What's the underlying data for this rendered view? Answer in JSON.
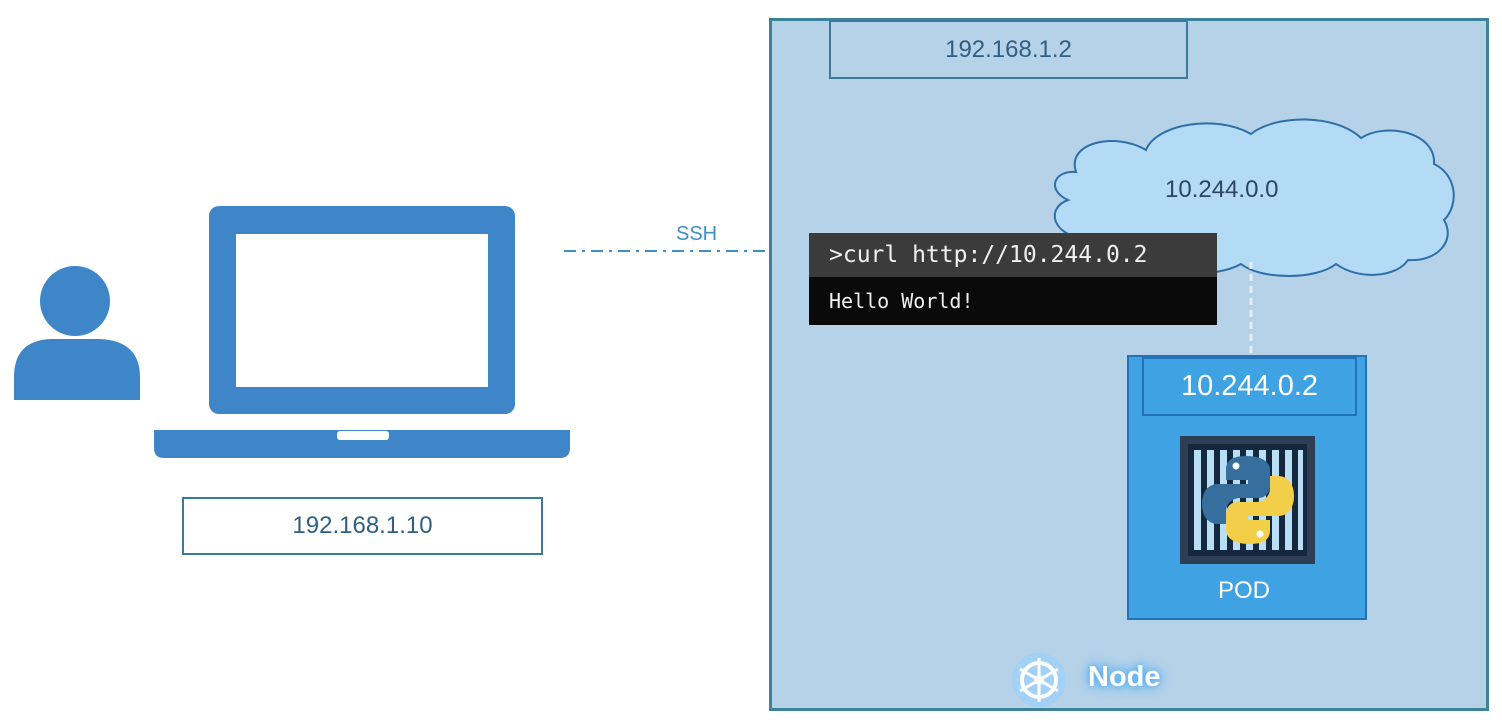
{
  "client": {
    "ip": "192.168.1.10",
    "icons": [
      "user-icon",
      "laptop-icon"
    ],
    "color": "#3f86c8"
  },
  "connection": {
    "label": "SSH",
    "color": "#3f8fc9"
  },
  "node": {
    "label": "Node",
    "ip": "192.168.1.2",
    "icon": "kubernetes-icon",
    "background": "#b6d2e9"
  },
  "network": {
    "cidr": "10.244.0.0",
    "icon": "cloud-icon",
    "color": "#b6dcf5"
  },
  "terminal": {
    "command": ">curl http://10.244.0.2",
    "output": "Hello World!"
  },
  "pod": {
    "ip": "10.244.0.2",
    "label": "POD",
    "icon": "python-container-icon",
    "color": "#3fa2e3"
  }
}
